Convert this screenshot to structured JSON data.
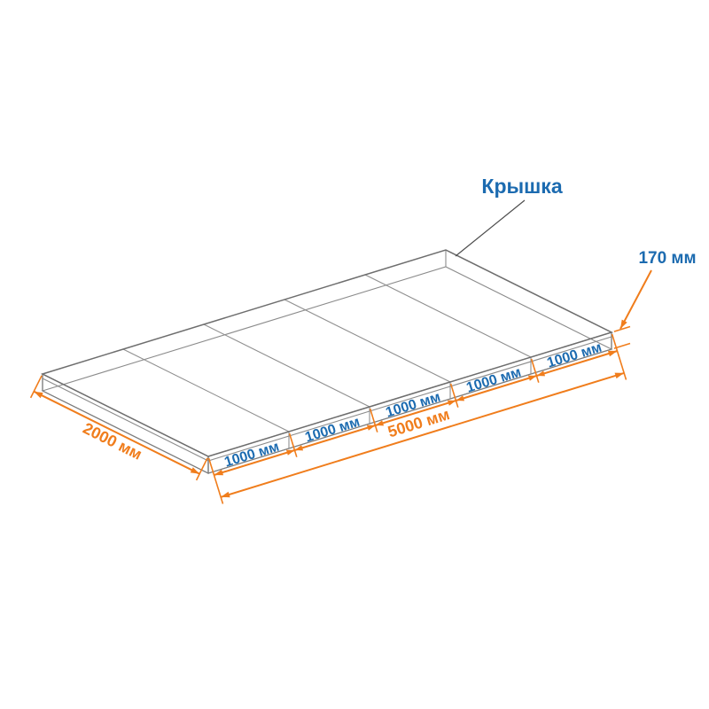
{
  "colors": {
    "dimension-orange": "#f07d1c",
    "label-blue": "#1c6bb0",
    "mesh-gray": "#808080",
    "mesh-light": "#a2a2a2",
    "edge-gray": "#6e6e6e",
    "leader-gray": "#4d4d4d",
    "background": "#ffffff"
  },
  "diagram": {
    "cover_label": "Крышка",
    "thickness_label": "170 мм",
    "width_label": "2000 мм",
    "length_label": "5000 мм",
    "segments": [
      "1000 мм",
      "1000 мм",
      "1000 мм",
      "1000 мм",
      "1000 мм"
    ]
  }
}
